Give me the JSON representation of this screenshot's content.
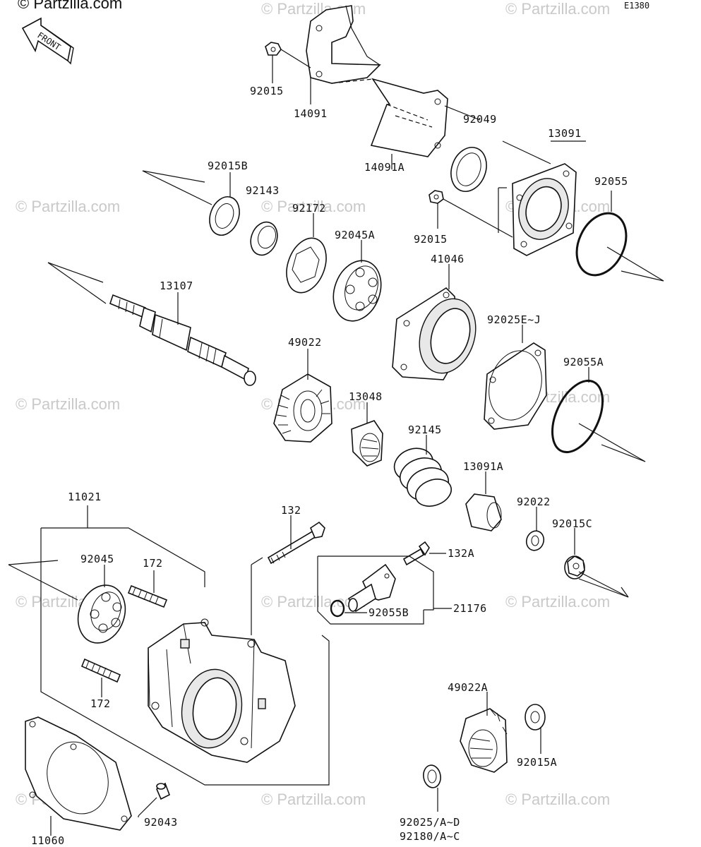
{
  "copyright": "© Partzilla.com",
  "diagram_code": "E1380",
  "front_label": "FRONT",
  "watermark": "© Partzilla.com",
  "parts": {
    "p14091": "14091",
    "p14091A": "14091A",
    "p92015_top": "92015",
    "p92049": "92049",
    "p13091": "13091",
    "p92055": "92055",
    "p92015B": "92015B",
    "p92143": "92143",
    "p92172": "92172",
    "p92045A": "92045A",
    "p92015_mid": "92015",
    "p41046": "41046",
    "p13107": "13107",
    "p49022": "49022",
    "p92025EJ": "92025E~J",
    "p92055A": "92055A",
    "p13048": "13048",
    "p92145": "92145",
    "p13091A": "13091A",
    "p92022": "92022",
    "p92015C": "92015C",
    "p11021": "11021",
    "p132": "132",
    "p132A": "132A",
    "p92045": "92045",
    "p172_top": "172",
    "p172_bot": "172",
    "p92055B": "92055B",
    "p21176": "21176",
    "p49022A": "49022A",
    "p92015A": "92015A",
    "p11060": "11060",
    "p92043": "92043",
    "p92025AD": "92025/A~D",
    "p92180AC": "92180/A~C"
  }
}
